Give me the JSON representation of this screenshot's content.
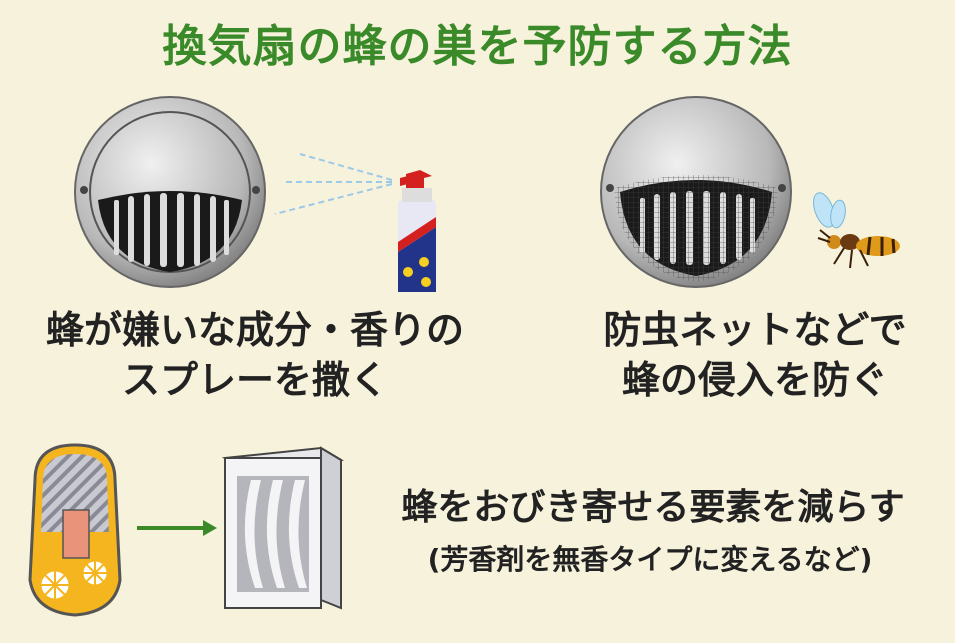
{
  "title": "換気扇の蜂の巣を予防する方法",
  "methods": [
    {
      "line1": "蜂が嫌いな成分・香りの",
      "line2": "スプレーを撒く"
    },
    {
      "line1": "防虫ネットなどで",
      "line2": "蜂の侵入を防ぐ"
    },
    {
      "line1": "蜂をおびき寄せる要素を減らす",
      "line2": "(芳香剤を無香タイプに変えるなど)"
    }
  ],
  "colors": {
    "title": "#3a8a2a",
    "background": "#f7f2dc",
    "arrow": "#3a8a2a"
  }
}
